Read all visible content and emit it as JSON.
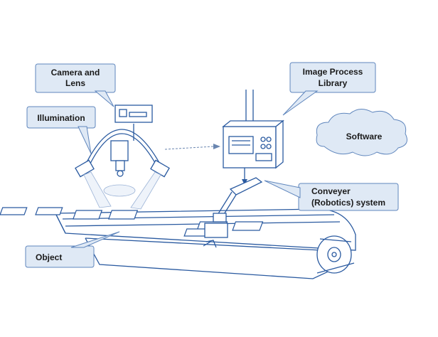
{
  "labels": {
    "camera": [
      "Camera and",
      "Lens"
    ],
    "illumination": "Illumination",
    "image_process": [
      "Image Process",
      "Library"
    ],
    "software": "Software",
    "conveyer": [
      "Conveyer",
      "(Robotics) system"
    ],
    "object": "Object"
  },
  "colors": {
    "line": "#2a5aa0",
    "callout_fill": "#dfe9f5",
    "callout_stroke": "#5f86bd"
  }
}
